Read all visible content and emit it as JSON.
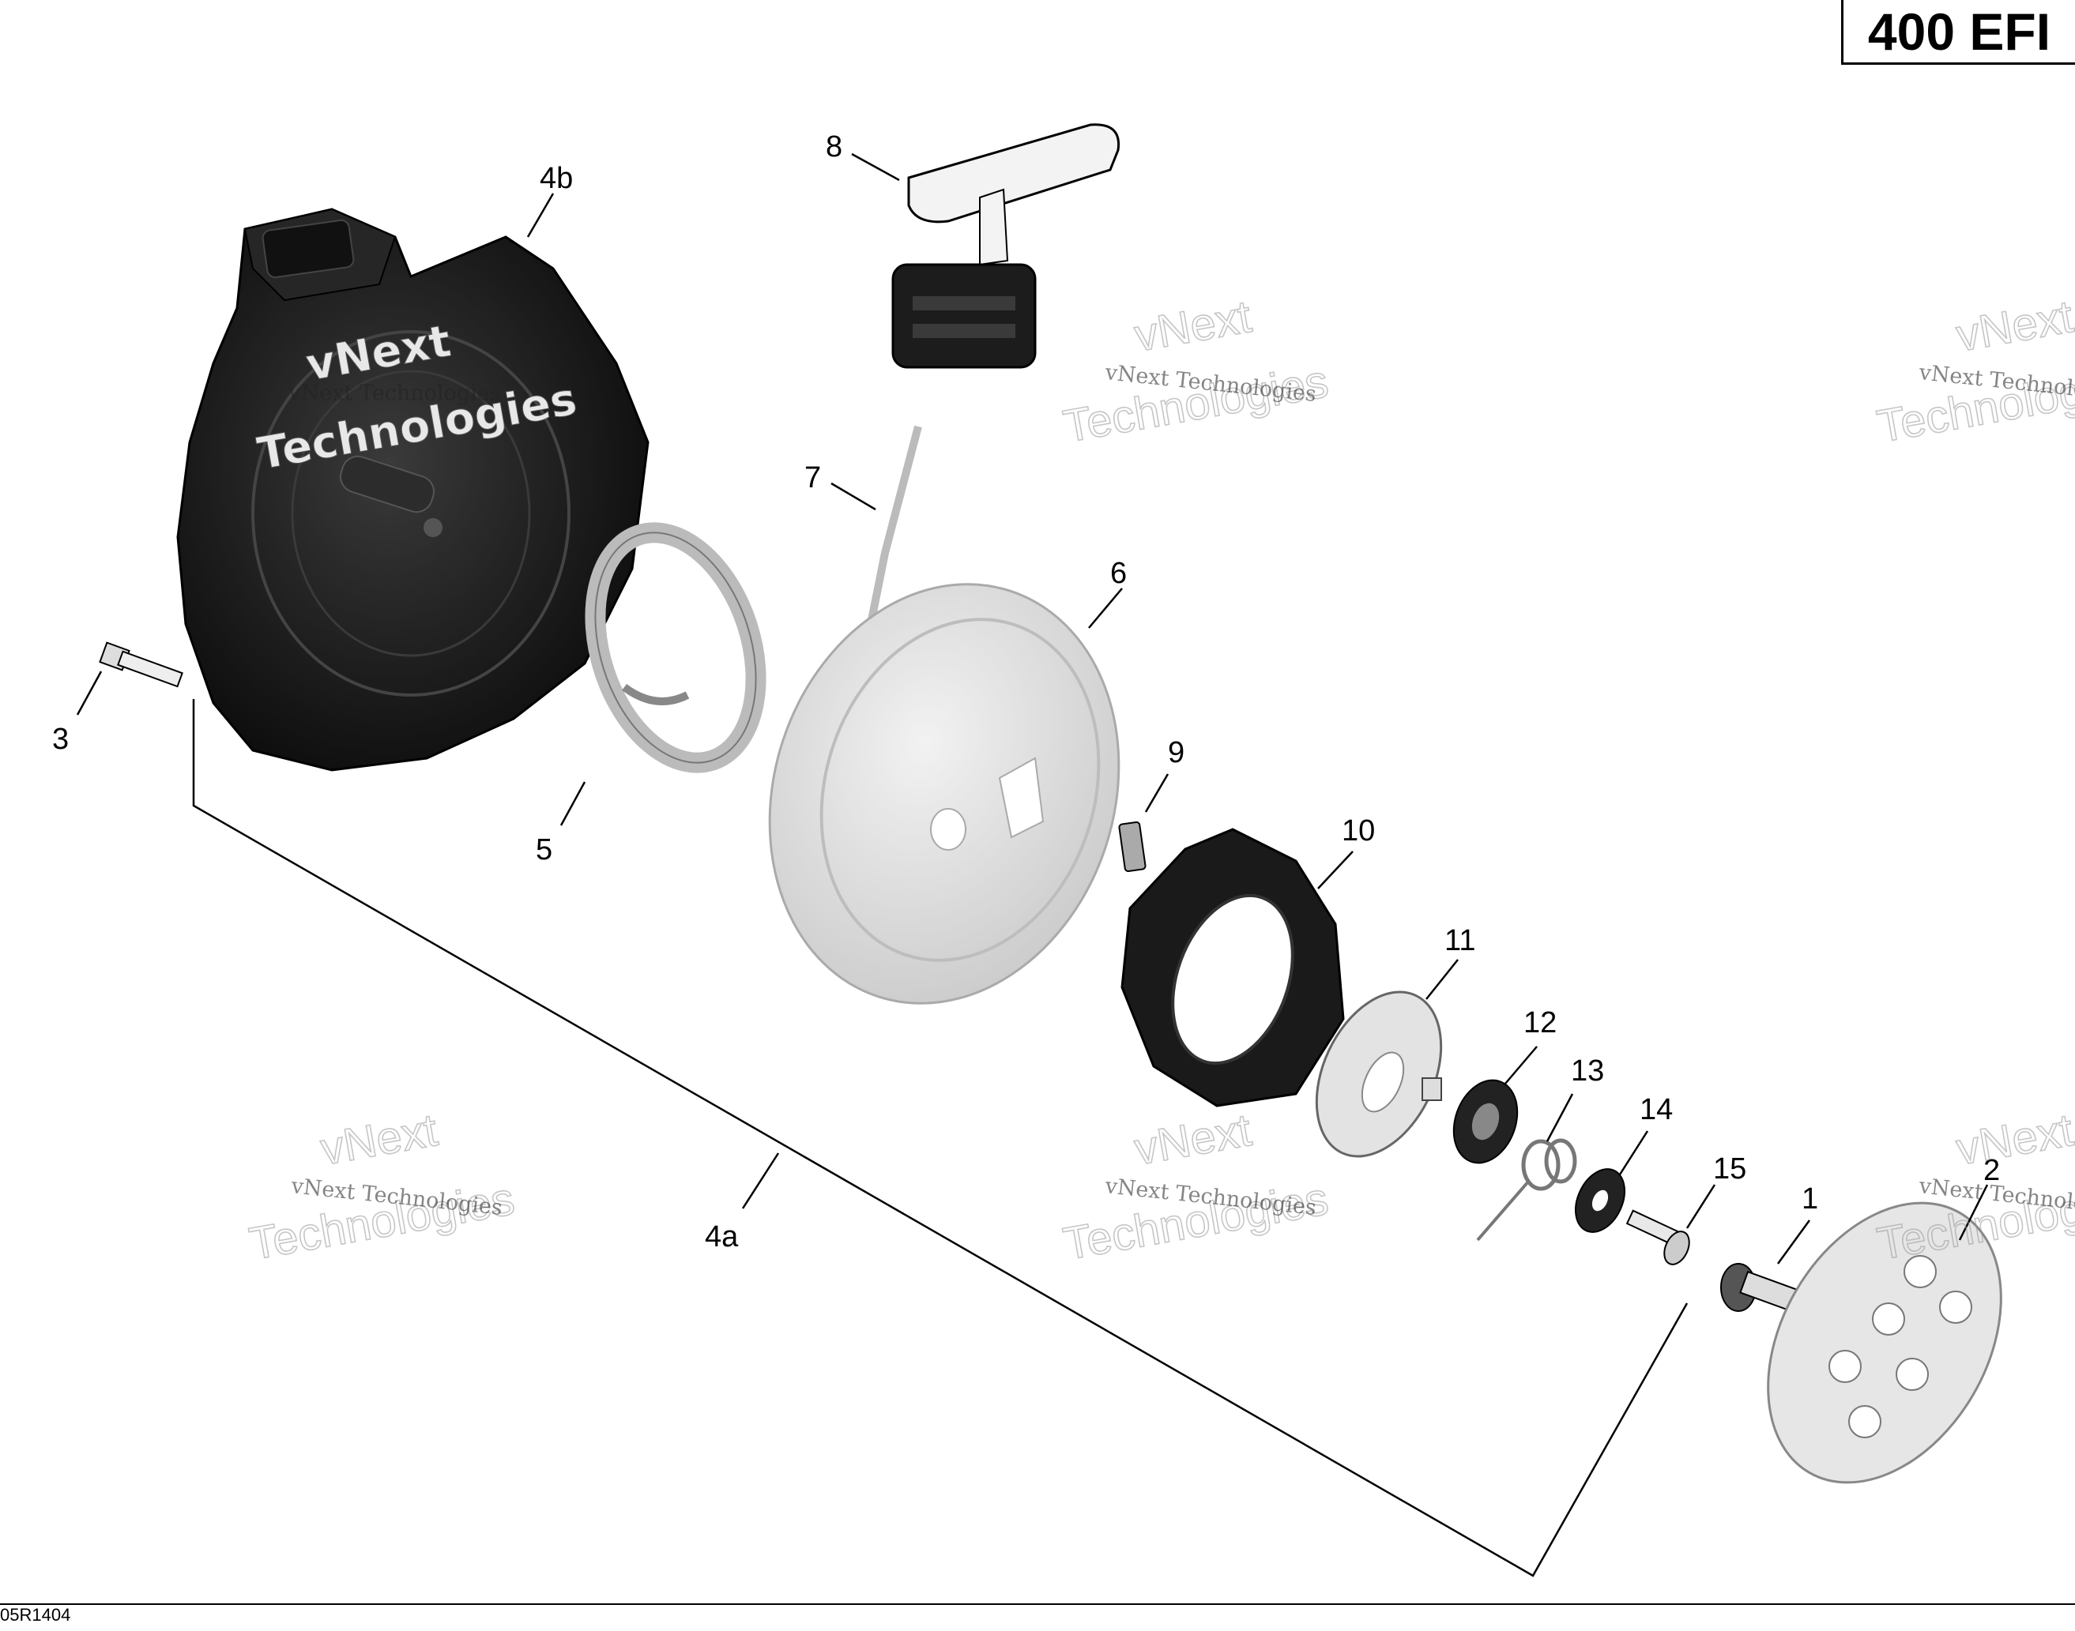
{
  "header": {
    "model": "400 EFI"
  },
  "footer": {
    "code": "05R1404"
  },
  "watermark": {
    "line1": "vNext",
    "line2": "Technologies",
    "small": "vNext Technologies"
  },
  "callouts": [
    {
      "id": "1",
      "label": "1"
    },
    {
      "id": "2",
      "label": "2"
    },
    {
      "id": "3",
      "label": "3"
    },
    {
      "id": "4a",
      "label": "4a"
    },
    {
      "id": "4b",
      "label": "4b"
    },
    {
      "id": "5",
      "label": "5"
    },
    {
      "id": "6",
      "label": "6"
    },
    {
      "id": "7",
      "label": "7"
    },
    {
      "id": "8",
      "label": "8"
    },
    {
      "id": "9",
      "label": "9"
    },
    {
      "id": "10",
      "label": "10"
    },
    {
      "id": "11",
      "label": "11"
    },
    {
      "id": "12",
      "label": "12"
    },
    {
      "id": "13",
      "label": "13"
    },
    {
      "id": "14",
      "label": "14"
    },
    {
      "id": "15",
      "label": "15"
    }
  ],
  "colors": {
    "ink": "#000000",
    "part_dark": "#1a1a1a",
    "part_light": "#d9d9d9",
    "watermark": "#999999"
  }
}
